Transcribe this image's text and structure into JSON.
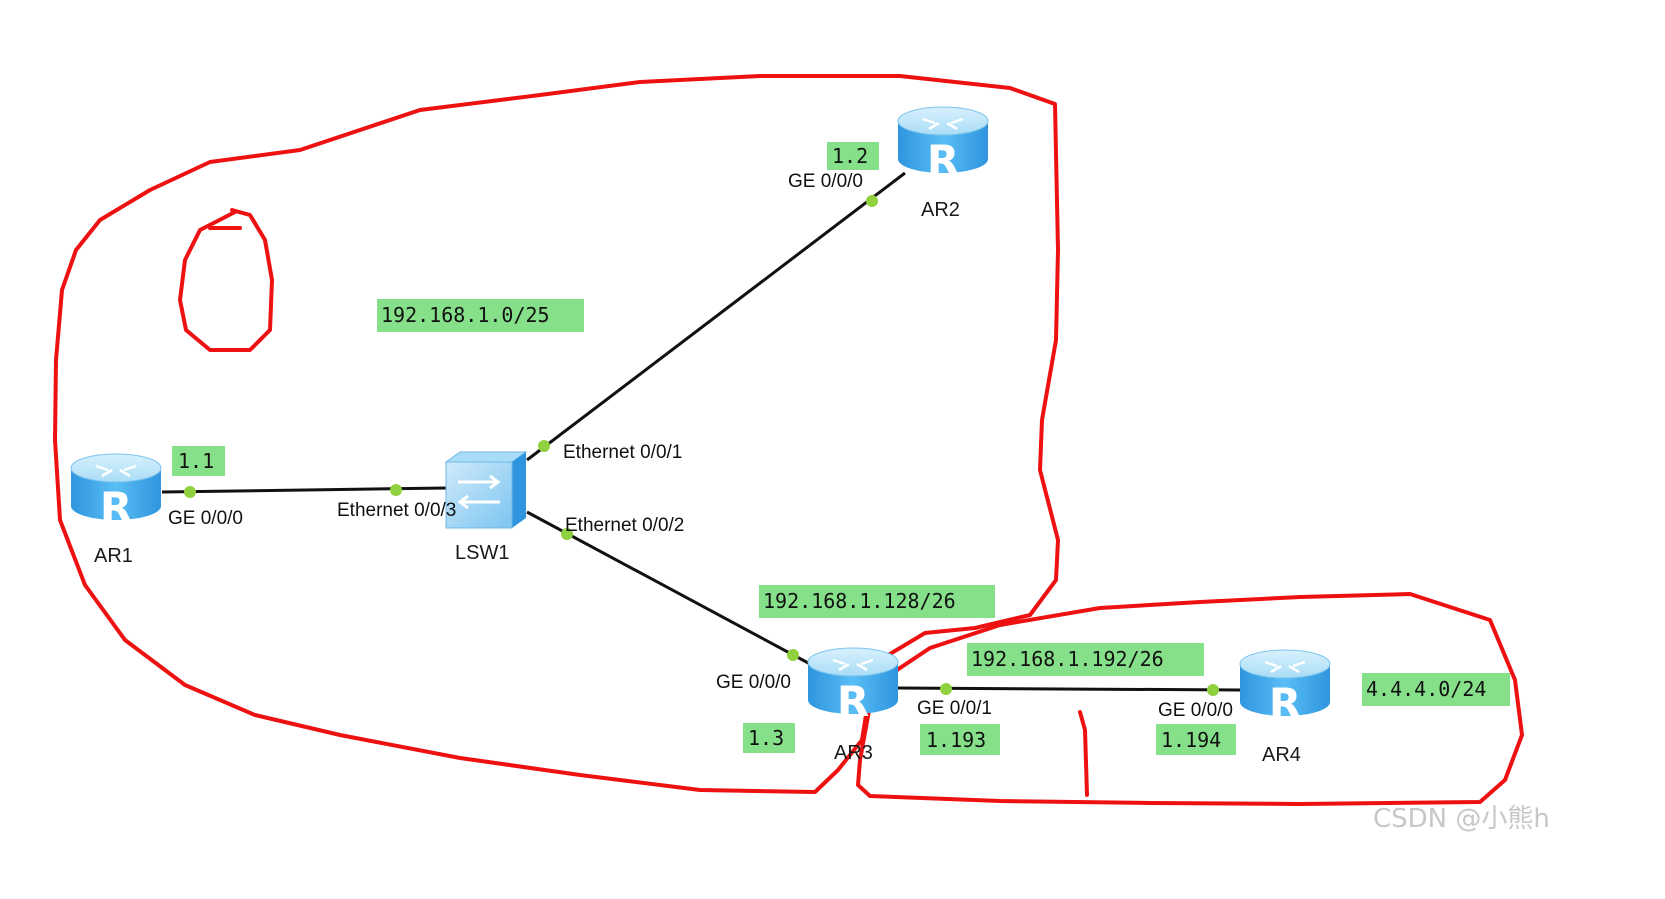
{
  "colors": {
    "ip_tag": "#86e08a",
    "port_dot": "#8fd13f",
    "link": "#111111",
    "annotation": "#ee1111",
    "router_top": "#bfe6fb",
    "router_body": "#3aa7ec"
  },
  "devices": {
    "ar1": {
      "label": "AR1",
      "icon": "router-icon",
      "glyph": "R"
    },
    "ar2": {
      "label": "AR2",
      "icon": "router-icon",
      "glyph": "R"
    },
    "ar3": {
      "label": "AR3",
      "icon": "router-icon",
      "glyph": "R"
    },
    "ar4": {
      "label": "AR4",
      "icon": "router-icon",
      "glyph": "R"
    },
    "lsw1": {
      "label": "LSW1",
      "icon": "switch-icon"
    }
  },
  "ports": {
    "ar1_ge0": "GE 0/0/0",
    "ar2_ge0": "GE 0/0/0",
    "ar3_ge0": "GE 0/0/0",
    "ar3_ge1": "GE 0/0/1",
    "ar4_ge0": "GE 0/0/0",
    "lsw1_e1": "Ethernet 0/0/1",
    "lsw1_e2": "Ethernet 0/0/2",
    "lsw1_e3": "Ethernet 0/0/3"
  },
  "ip_tags": {
    "ar1": "1.1",
    "ar2": "1.2",
    "ar3": "1.3",
    "ar3_ge1": "1.193",
    "ar4_ge0": "1.194",
    "net_main": "192.168.1.0/25",
    "net_ar3_lan": "192.168.1.128/26",
    "net_ar3_ar4": "192.168.1.192/26",
    "net_ar4_loop": "4.4.4.0/24"
  },
  "watermark": "CSDN @小熊h"
}
